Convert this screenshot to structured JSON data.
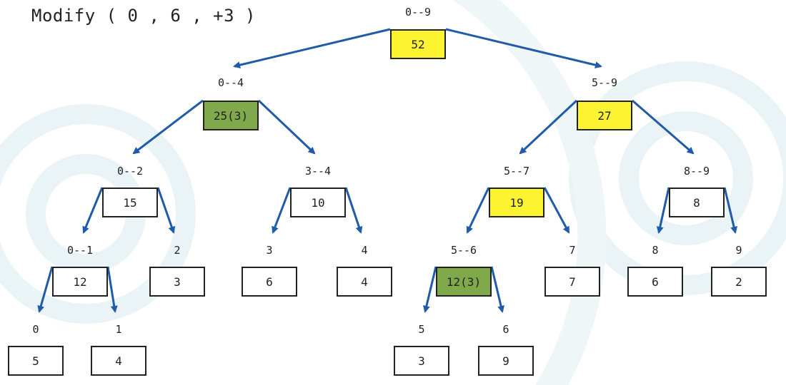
{
  "title": "Modify ( 0 , 6 , +3 )",
  "colors": {
    "edge": "#1f5ba8",
    "yellow": "#fcf431",
    "green": "#80a94b",
    "border": "#222222",
    "watermark": "#eaf3f6"
  },
  "nodes": {
    "n0_9": {
      "range": "0--9",
      "value": "52",
      "state": "yellow"
    },
    "n0_4": {
      "range": "0--4",
      "value": "25(3)",
      "state": "green"
    },
    "n5_9": {
      "range": "5--9",
      "value": "27",
      "state": "yellow"
    },
    "n0_2": {
      "range": "0--2",
      "value": "15",
      "state": "normal"
    },
    "n3_4": {
      "range": "3--4",
      "value": "10",
      "state": "normal"
    },
    "n5_7": {
      "range": "5--7",
      "value": "19",
      "state": "yellow"
    },
    "n8_9": {
      "range": "8--9",
      "value": "8",
      "state": "normal"
    },
    "n0_1": {
      "range": "0--1",
      "value": "12",
      "state": "normal"
    },
    "n2": {
      "range": "2",
      "value": "3",
      "state": "normal"
    },
    "n3": {
      "range": "3",
      "value": "6",
      "state": "normal"
    },
    "n4": {
      "range": "4",
      "value": "4",
      "state": "normal"
    },
    "n5_6": {
      "range": "5--6",
      "value": "12(3)",
      "state": "green"
    },
    "n7": {
      "range": "7",
      "value": "7",
      "state": "normal"
    },
    "n8": {
      "range": "8",
      "value": "6",
      "state": "normal"
    },
    "n9": {
      "range": "9",
      "value": "2",
      "state": "normal"
    },
    "n0": {
      "range": "0",
      "value": "5",
      "state": "normal"
    },
    "n1": {
      "range": "1",
      "value": "4",
      "state": "normal"
    },
    "n5": {
      "range": "5",
      "value": "3",
      "state": "normal"
    },
    "n6": {
      "range": "6",
      "value": "9",
      "state": "normal"
    }
  },
  "edges": [
    [
      "n0_9",
      "n0_4"
    ],
    [
      "n0_9",
      "n5_9"
    ],
    [
      "n0_4",
      "n0_2"
    ],
    [
      "n0_4",
      "n3_4"
    ],
    [
      "n5_9",
      "n5_7"
    ],
    [
      "n5_9",
      "n8_9"
    ],
    [
      "n0_2",
      "n0_1"
    ],
    [
      "n0_2",
      "n2"
    ],
    [
      "n3_4",
      "n3"
    ],
    [
      "n3_4",
      "n4"
    ],
    [
      "n5_7",
      "n5_6"
    ],
    [
      "n5_7",
      "n7"
    ],
    [
      "n8_9",
      "n8"
    ],
    [
      "n8_9",
      "n9"
    ],
    [
      "n0_1",
      "n0"
    ],
    [
      "n0_1",
      "n1"
    ],
    [
      "n5_6",
      "n5"
    ],
    [
      "n5_6",
      "n6"
    ]
  ]
}
